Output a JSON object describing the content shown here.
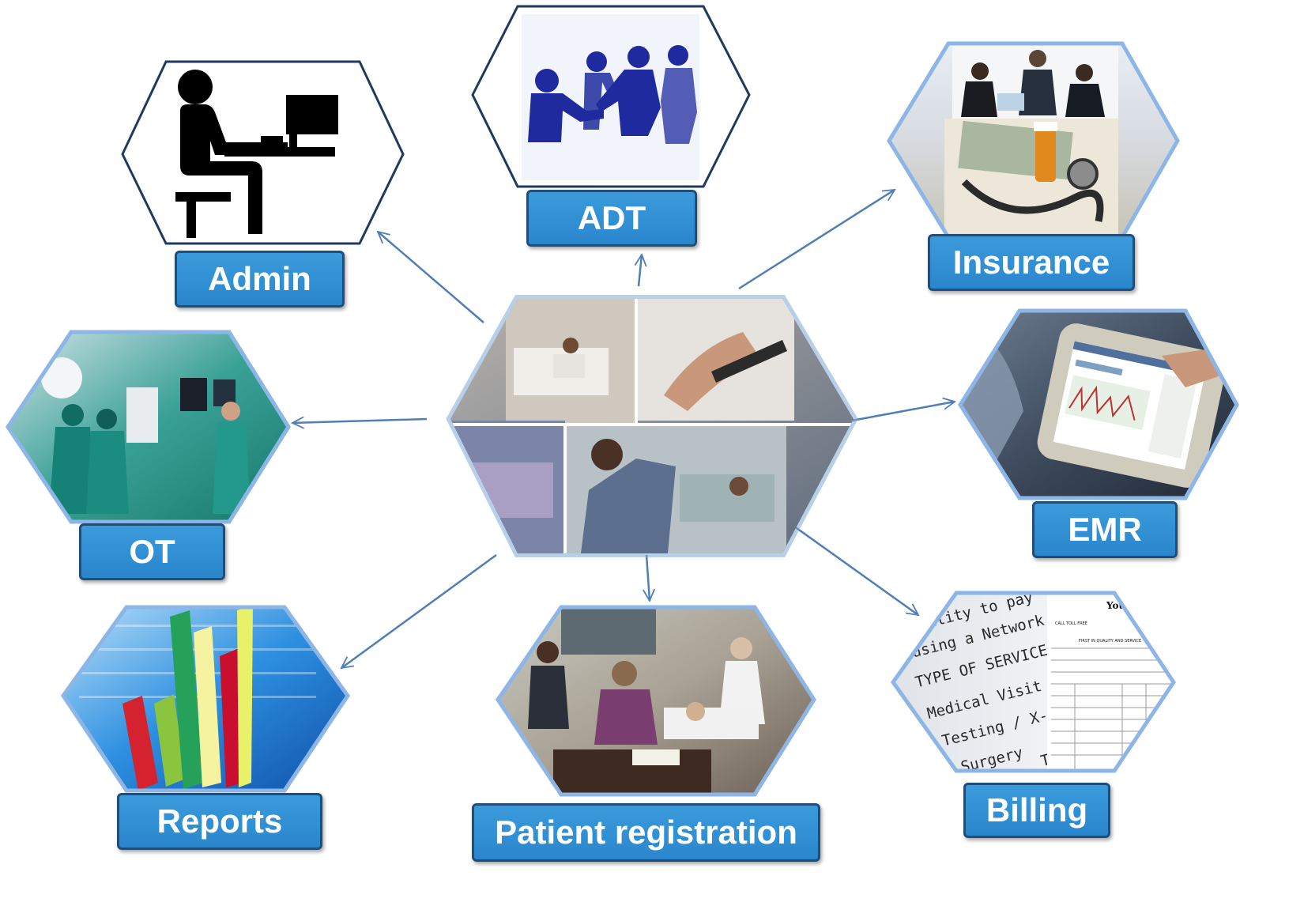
{
  "center": {
    "name": "hospital-hub"
  },
  "modules": {
    "admin": {
      "label": "Admin"
    },
    "adt": {
      "label": "ADT"
    },
    "insurance": {
      "label": "Insurance"
    },
    "ot": {
      "label": "OT"
    },
    "emr": {
      "label": "EMR"
    },
    "reports": {
      "label": "Reports"
    },
    "patient": {
      "label": "Patient registration"
    },
    "billing": {
      "label": "Billing"
    }
  },
  "billing_form": {
    "lines": [
      "ibility to pay",
      "using a Network",
      "TYPE OF SERVICE",
      "Medical Visit",
      "Testing / X-ray",
      "Surgery",
      "TOTAL"
    ],
    "title": "Your Co",
    "subtitle": "FIRST IN QUALITY AND SERVICE",
    "toll_free": "CALL TOLL FREE"
  },
  "colors": {
    "label_fill": "#2e8fd6",
    "label_border": "#1f4e79",
    "arrow": "#4f7fb6",
    "hex_border": "#8db6e6"
  }
}
